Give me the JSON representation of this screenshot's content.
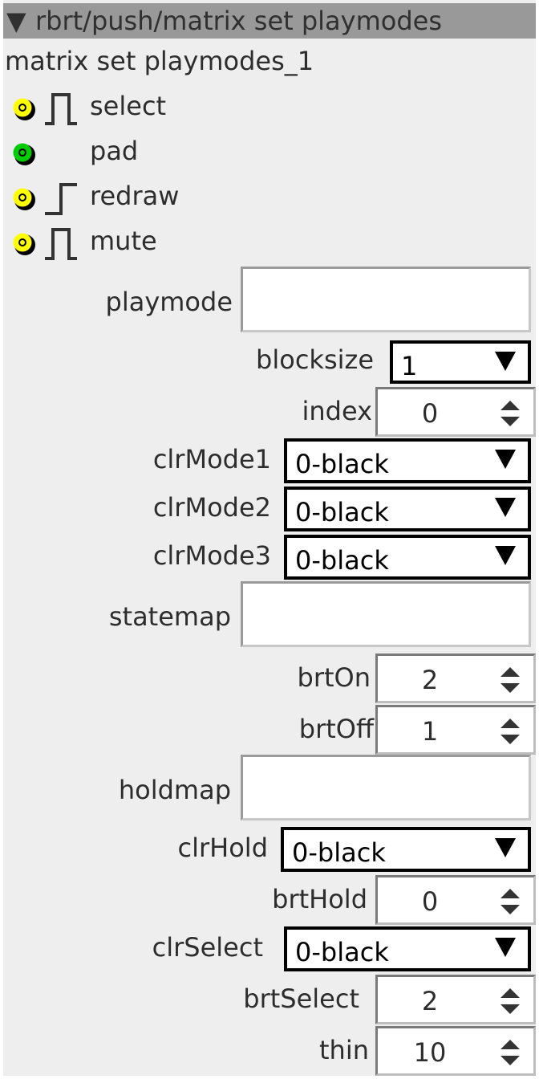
{
  "window": {
    "title": "rbrt/push/matrix set playmodes",
    "collapse_icon": "triangle-down"
  },
  "object": {
    "name": "matrix set playmodes_1"
  },
  "colors": {
    "panel": "#eeeeee",
    "titlebar": "#999999",
    "trigger_port": "#ffff00",
    "data_port": "#00cc00"
  },
  "ports": [
    {
      "label": "select",
      "color": "yellow",
      "icon": "pulse-icon"
    },
    {
      "label": "pad",
      "color": "green",
      "icon": ""
    },
    {
      "label": "redraw",
      "color": "yellow",
      "icon": "step-icon"
    },
    {
      "label": "mute",
      "color": "yellow",
      "icon": "pulse-icon"
    }
  ],
  "params": {
    "playmode": {
      "label": "playmode",
      "value": ""
    },
    "blocksize": {
      "label": "blocksize",
      "value": "1"
    },
    "index": {
      "label": "index",
      "value": "0"
    },
    "clrMode1": {
      "label": "clrMode1",
      "value": "0-black"
    },
    "clrMode2": {
      "label": "clrMode2",
      "value": "0-black"
    },
    "clrMode3": {
      "label": "clrMode3",
      "value": "0-black"
    },
    "statemap": {
      "label": "statemap",
      "value": ""
    },
    "brtOn": {
      "label": "brtOn",
      "value": "2"
    },
    "brtOff": {
      "label": "brtOff",
      "value": "1"
    },
    "holdmap": {
      "label": "holdmap",
      "value": ""
    },
    "clrHold": {
      "label": "clrHold",
      "value": "0-black"
    },
    "brtHold": {
      "label": "brtHold",
      "value": "0"
    },
    "clrSelect": {
      "label": "clrSelect",
      "value": "0-black"
    },
    "brtSelect": {
      "label": "brtSelect",
      "value": "2"
    },
    "thin": {
      "label": "thin",
      "value": "10"
    }
  }
}
